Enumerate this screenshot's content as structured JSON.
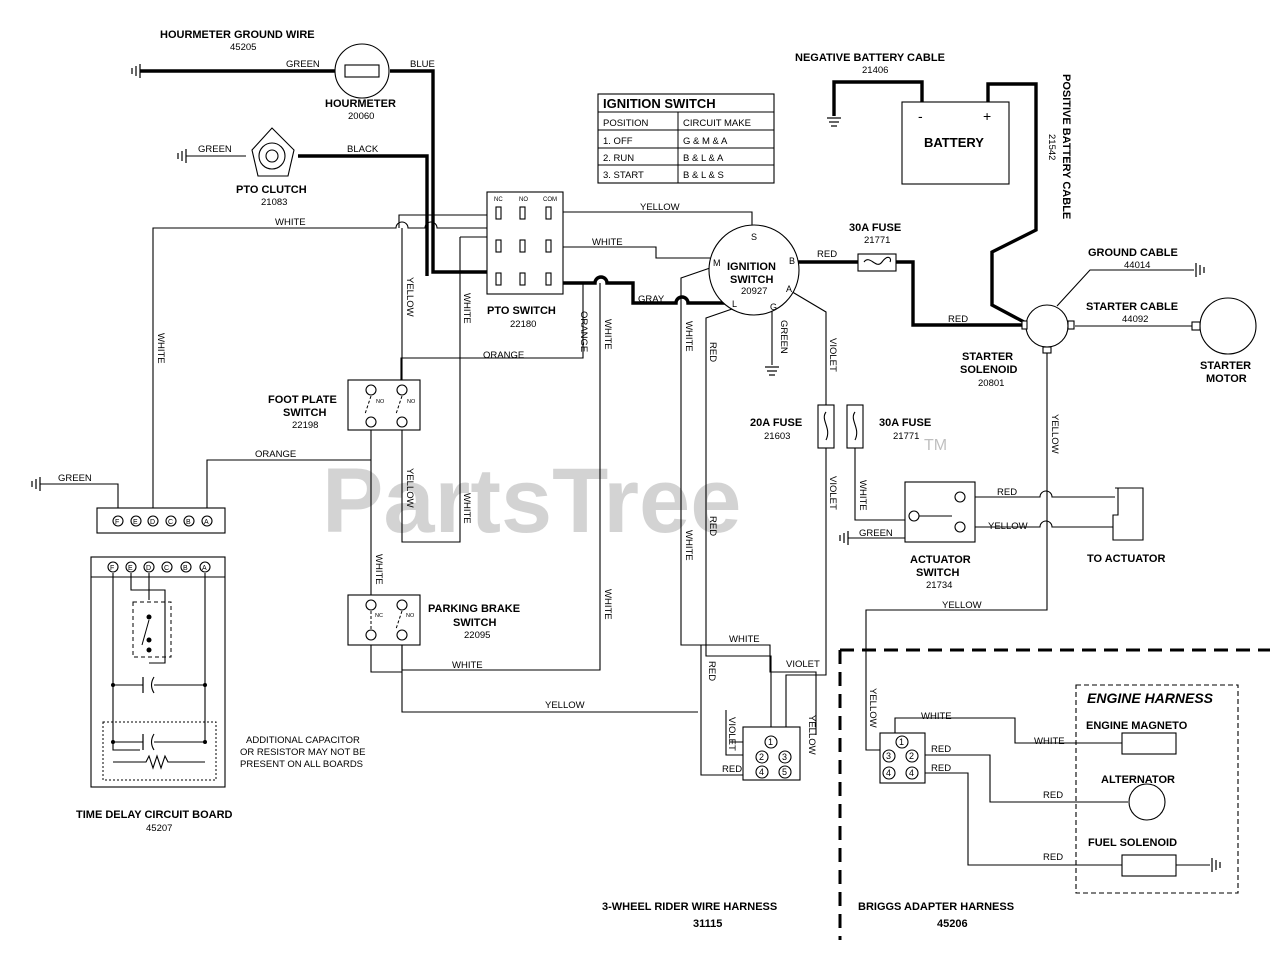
{
  "watermark": {
    "text": "PartsTree",
    "tm": "TM"
  },
  "hourmeter_ground": {
    "title": "HOURMETER GROUND WIRE",
    "number": "45205"
  },
  "hourmeter": {
    "title": "HOURMETER",
    "number": "20060"
  },
  "pto_clutch": {
    "title": "PTO CLUTCH",
    "number": "21083"
  },
  "ignition_table": {
    "title": "IGNITION SWITCH",
    "headers": [
      "POSITION",
      "CIRCUIT MAKE"
    ],
    "rows": [
      [
        "1. OFF",
        "G & M & A"
      ],
      [
        "2. RUN",
        "B & L & A"
      ],
      [
        "3. START",
        "B & L & S"
      ]
    ]
  },
  "neg_battery_cable": {
    "title": "NEGATIVE BATTERY CABLE",
    "number": "21406"
  },
  "battery": {
    "title": "BATTERY",
    "minus": "-",
    "plus": "+"
  },
  "pos_battery_cable": {
    "title": "POSITIVE BATTERY CABLE",
    "number": "21542"
  },
  "pto_switch": {
    "title": "PTO SWITCH",
    "number": "22180",
    "terms": [
      "NC",
      "NO",
      "COM"
    ]
  },
  "ignition_switch": {
    "title1": "IGNITION",
    "title2": "SWITCH",
    "number": "20927",
    "terms": [
      "S",
      "M",
      "B",
      "L",
      "G",
      "A"
    ]
  },
  "fuse_30a_top": {
    "title": "30A FUSE",
    "number": "21771"
  },
  "ground_cable": {
    "title": "GROUND CABLE",
    "number": "44014"
  },
  "starter_cable": {
    "title": "STARTER CABLE",
    "number": "44092"
  },
  "starter_solenoid": {
    "title1": "STARTER",
    "title2": "SOLENOID",
    "number": "20801"
  },
  "starter_motor": {
    "title1": "STARTER",
    "title2": "MOTOR"
  },
  "foot_plate": {
    "title1": "FOOT PLATE",
    "title2": "SWITCH",
    "number": "22198",
    "terms": [
      "NO",
      "NO"
    ]
  },
  "fuse_20a": {
    "title": "20A FUSE",
    "number": "21603"
  },
  "fuse_30a_mid": {
    "title": "30A FUSE",
    "number": "21771"
  },
  "actuator_switch": {
    "title1": "ACTUATOR",
    "title2": "SWITCH",
    "number": "21734"
  },
  "to_actuator": {
    "title": "TO ACTUATOR"
  },
  "parking_brake": {
    "title1": "PARKING BRAKE",
    "title2": "SWITCH",
    "number": "22095",
    "terms": [
      "NC",
      "NO"
    ]
  },
  "board_terms": [
    "F",
    "E",
    "D",
    "C",
    "B",
    "A"
  ],
  "time_delay": {
    "title": "TIME DELAY CIRCUIT BOARD",
    "number": "45207"
  },
  "board_note": [
    "ADDITIONAL CAPACITOR",
    "OR RESISTOR MAY NOT BE",
    "PRESENT ON ALL BOARDS"
  ],
  "connector_pins": [
    "1",
    "2",
    "3",
    "4",
    "5"
  ],
  "briggs_pins": [
    "1",
    "2",
    "3",
    "4"
  ],
  "engine_harness": {
    "title": "ENGINE HARNESS",
    "magneto": "ENGINE MAGNETO",
    "alternator": "ALTERNATOR",
    "fuel_solenoid": "FUEL SOLENOID"
  },
  "harness_3wheel": {
    "title": "3-WHEEL RIDER WIRE HARNESS",
    "number": "31115"
  },
  "briggs_harness": {
    "title": "BRIGGS ADAPTER HARNESS",
    "number": "45206"
  },
  "wire_colors": {
    "green": "GREEN",
    "blue": "BLUE",
    "black": "BLACK",
    "white": "WHITE",
    "yellow": "YELLOW",
    "orange": "ORANGE",
    "gray": "GRAY",
    "red": "RED",
    "violet": "VIOLET"
  }
}
